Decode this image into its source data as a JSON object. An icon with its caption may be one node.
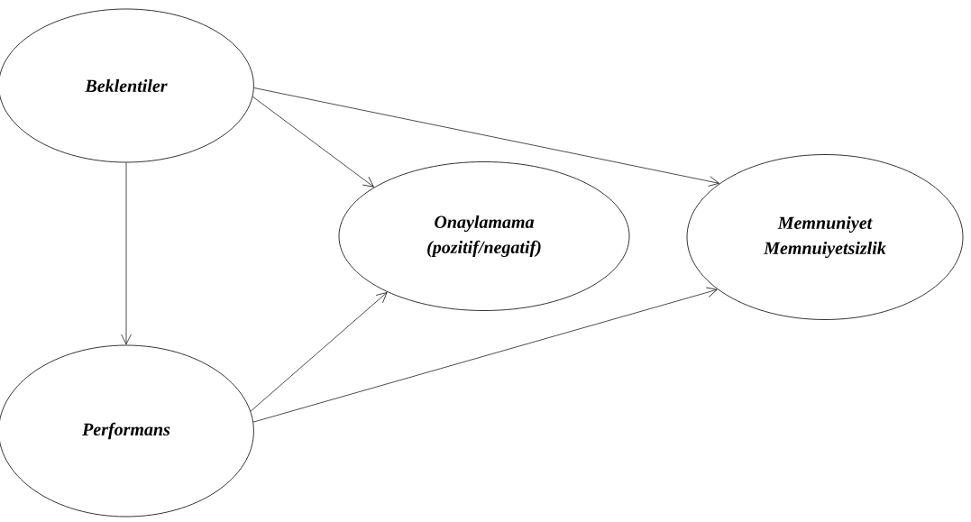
{
  "diagram": {
    "nodes": [
      {
        "text": [
          "Beklentiler"
        ]
      },
      {
        "text": [
          "Onaylamama (pozitif/negatif)"
        ]
      },
      {
        "text": [
          "Memnuniyet Memnuiyetsizlik"
        ]
      },
      {
        "text": [
          "Performans"
        ]
      }
    ],
    "edges": [
      {
        "from": 0,
        "to": 1,
        "arrow": "to"
      },
      {
        "from": 0,
        "to": 2,
        "arrow": "to"
      },
      {
        "from": 0,
        "to": 3,
        "arrow": "to"
      },
      {
        "from": 3,
        "to": 1,
        "arrow": "to"
      },
      {
        "from": 3,
        "to": 2,
        "arrow": "to"
      }
    ]
  }
}
